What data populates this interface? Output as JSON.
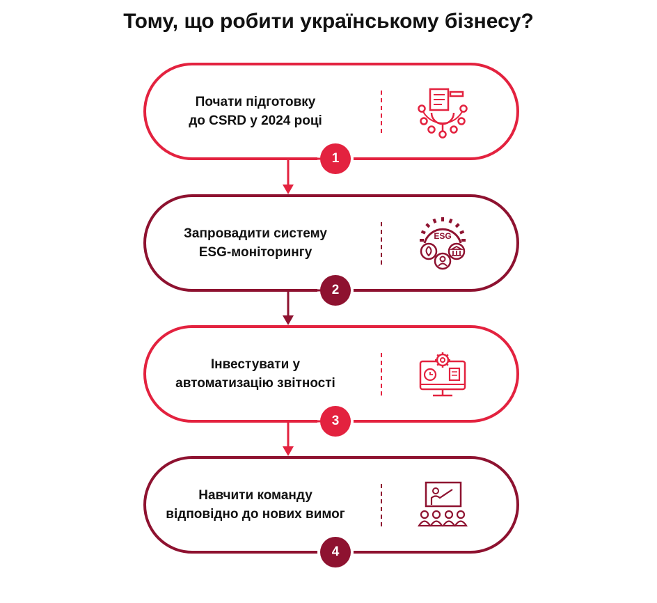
{
  "title": "Тому, що робити українському бізнесу?",
  "colors": {
    "red": "#e3223f",
    "dark": "#8e1230",
    "text": "#111111"
  },
  "steps": [
    {
      "number": "1",
      "line1": "Почати підготовку",
      "line2": "до CSRD у 2024 році",
      "color": "red",
      "icon": "document-network-icon"
    },
    {
      "number": "2",
      "line1": "Запровадити систему",
      "line2": "ESG-моніторингу",
      "color": "dark",
      "icon": "esg-gear-icon"
    },
    {
      "number": "3",
      "line1": "Інвестувати у",
      "line2": "автоматизацію звітності",
      "color": "red",
      "icon": "automation-monitor-icon"
    },
    {
      "number": "4",
      "line1": "Навчити команду",
      "line2": "відповідно до нових вимог",
      "color": "dark",
      "icon": "training-presentation-icon"
    }
  ]
}
